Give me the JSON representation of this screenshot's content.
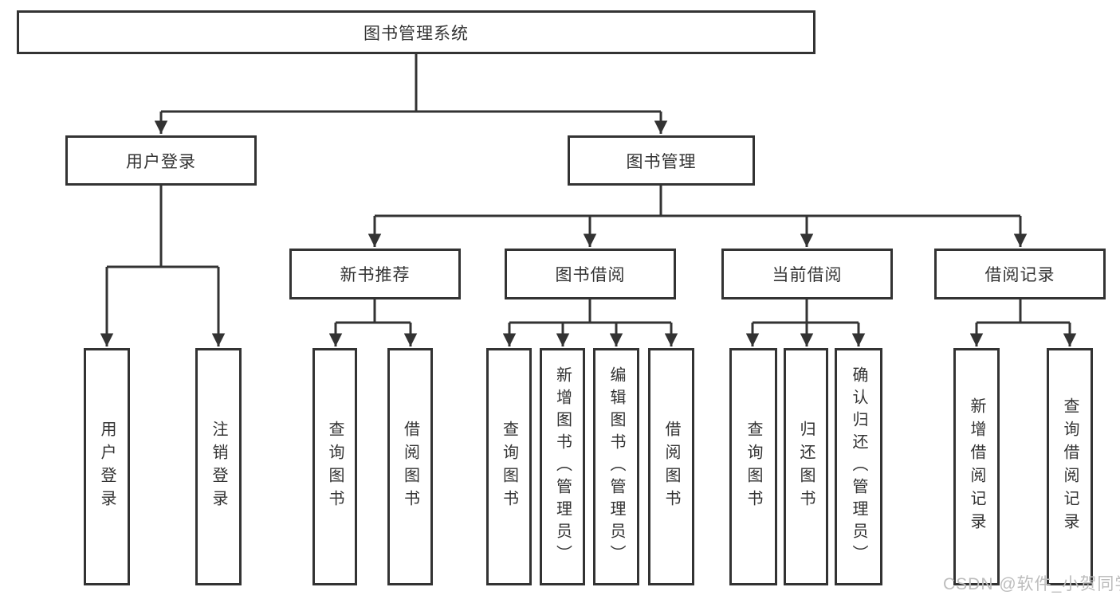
{
  "colors": {
    "line": "#333333",
    "box_border": "#333333",
    "text": "#333333",
    "watermark_gray": "#bdbdbd",
    "background": "#ffffff"
  },
  "nodes": {
    "root": "图书管理系统",
    "user_login": "用户登录",
    "book_mgmt": "图书管理",
    "new_book_rec": "新书推荐",
    "book_borrow": "图书借阅",
    "current_borrow": "当前借阅",
    "borrow_records": "借阅记录",
    "ul_user_login": "用户登录",
    "ul_logout": "注销登录",
    "nb_query_books": "查询图书",
    "nb_borrow_books": "借阅图书",
    "bb_query_books": "查询图书",
    "bb_add_books": "新增图书（管理员）",
    "bb_edit_books": "编辑图书（管理员）",
    "bb_borrow_books": "借阅图书",
    "cb_query_books": "查询图书",
    "cb_return_books": "归还图书",
    "cb_confirm_return": "确认归还（管理员）",
    "br_add_record": "新增借阅记录",
    "br_query_record": "查询借阅记录"
  },
  "watermark": "CSDN @软件_小贺同学"
}
